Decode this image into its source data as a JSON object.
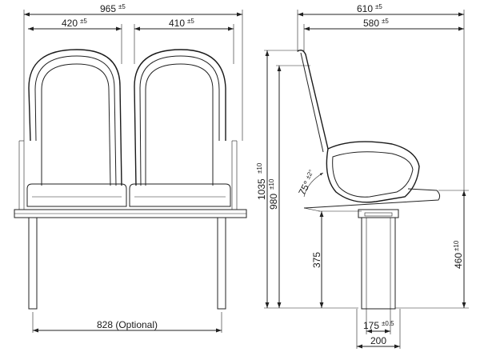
{
  "front_view": {
    "overall_width": {
      "value": "965",
      "tol": "±5"
    },
    "left_seat_width": {
      "value": "420",
      "tol": "±5"
    },
    "right_seat_width": {
      "value": "410",
      "tol": "±5"
    },
    "leg_span": {
      "value": "828 (Optional)"
    }
  },
  "side_view": {
    "overall_depth": {
      "value": "610",
      "tol": "±5"
    },
    "seat_depth": {
      "value": "580",
      "tol": "±5"
    },
    "overall_height": {
      "value": "1035",
      "tol": "±10"
    },
    "back_height": {
      "value": "980",
      "tol": "±10"
    },
    "recline_angle": {
      "value": "75°",
      "tol": "±2°"
    },
    "base_height": {
      "value": "375"
    },
    "seat_height": {
      "value": "460",
      "tol": "±10"
    },
    "leg_width": {
      "value": "175",
      "tol": "±0.5"
    },
    "foot_width": {
      "value": "200"
    }
  }
}
